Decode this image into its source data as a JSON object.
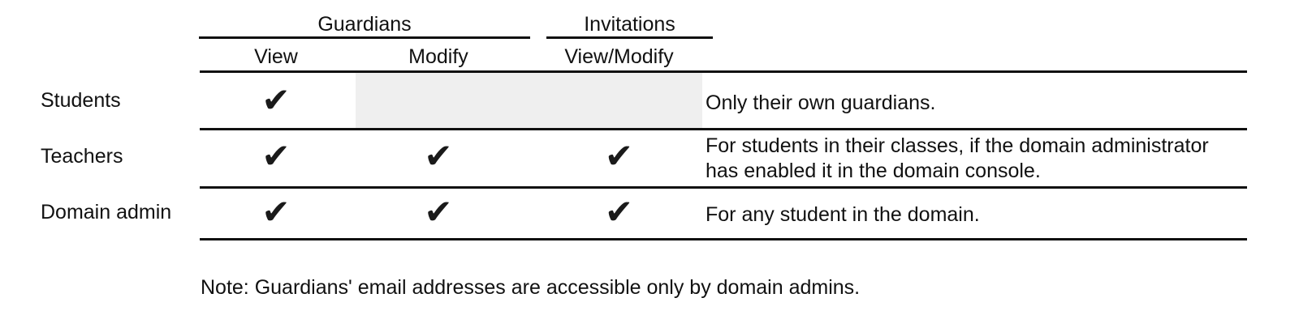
{
  "table": {
    "column_groups": [
      {
        "label": "Guardians",
        "spans": [
          "View",
          "Modify"
        ]
      },
      {
        "label": "Invitations",
        "spans": [
          "View/Modify"
        ]
      }
    ],
    "columns": [
      "View",
      "Modify",
      "View/Modify"
    ],
    "rows": [
      {
        "label": "Students",
        "cells": [
          "check",
          "shaded",
          "shaded"
        ],
        "note": "Only their own guardians."
      },
      {
        "label": "Teachers",
        "cells": [
          "check",
          "check",
          "check"
        ],
        "note": "For students in their classes, if the domain administrator\nhas enabled it in the domain console."
      },
      {
        "label": "Domain admin",
        "cells": [
          "check",
          "check",
          "check"
        ],
        "note": "For any student in the domain."
      }
    ],
    "check_glyph": "✔"
  },
  "footer": {
    "note": "Note: Guardians' email addresses are accessible only by domain admins."
  },
  "colors": {
    "rule": "#111111",
    "text": "#111111",
    "shade": "#efefef",
    "background": "#ffffff"
  }
}
